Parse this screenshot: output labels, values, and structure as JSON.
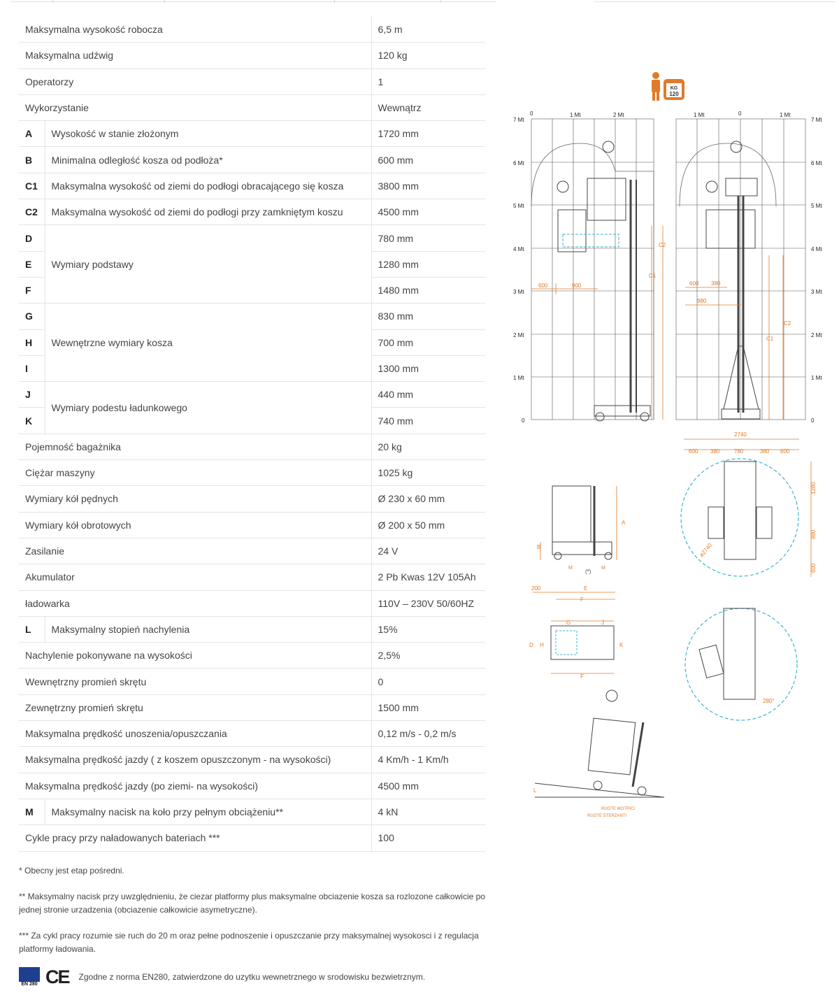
{
  "spec_rows": [
    {
      "label": "Maksymalna wysokość robocza",
      "value": "6,5 m"
    },
    {
      "label": "Maksymalna udźwig",
      "value": "120 kg"
    },
    {
      "label": "Operatorzy",
      "value": "1"
    },
    {
      "label": "Wykorzystanie",
      "value": "Wewnątrz"
    },
    {
      "code": "A",
      "label": "Wysokość w stanie złożonym",
      "value": "1720 mm"
    },
    {
      "code": "B",
      "label": "Minimalna odległość kosza od podłoża*",
      "value": "600 mm"
    },
    {
      "code": "C1",
      "label": "Maksymalna wysokość od ziemi do podłogi obracającego się kosza",
      "value": "3800 mm"
    },
    {
      "code": "C2",
      "label": "Maksymalna wysokość od ziemi do podłogi przy zamkniętym koszu",
      "value": "4500 mm"
    },
    {
      "code": "D",
      "label": "Wymiary podstawy",
      "value": "780 mm"
    },
    {
      "code": "E",
      "value": "1280 mm"
    },
    {
      "code": "F",
      "value": "1480 mm"
    },
    {
      "code": "G",
      "label": "Wewnętrzne wymiary kosza",
      "value": "830 mm"
    },
    {
      "code": "H",
      "value": "700 mm"
    },
    {
      "code": "I",
      "value": "1300 mm"
    },
    {
      "code": "J",
      "label": "Wymiary podestu ładunkowego",
      "value": "440 mm"
    },
    {
      "code": "K",
      "value": "740 mm"
    },
    {
      "label": "Pojemność bagażnika",
      "value": "20 kg"
    },
    {
      "label": "Ciężar maszyny",
      "value": "1025 kg"
    },
    {
      "label": "Wymiary kół pędnych",
      "value": "Ø 230 x 60 mm"
    },
    {
      "label": "Wymiary kół obrotowych",
      "value": "Ø 200 x 50 mm"
    },
    {
      "label": "Zasilanie",
      "value": "24 V"
    },
    {
      "label": "Akumulator",
      "value": "2 Pb Kwas 12V 105Ah"
    },
    {
      "label": "ładowarka",
      "value": "110V – 230V 50/60HZ"
    },
    {
      "code": "L",
      "label": "Maksymalny stopień nachylenia",
      "value": "15%"
    },
    {
      "label": "Nachylenie pokonywane na wysokości",
      "value": "2,5%"
    },
    {
      "label": "Wewnętrzny promień skrętu",
      "value": "0"
    },
    {
      "label": "Zewnętrzny promień skrętu",
      "value": "1500 mm"
    },
    {
      "label": "Maksymalna prędkość unoszenia/opuszczania",
      "value": "0,12 m/s - 0,2 m/s"
    },
    {
      "label": "Maksymalna prędkość jazdy ( z koszem opuszczonym - na wysokości)",
      "value": "4 Km/h - 1 Km/h"
    },
    {
      "label": "Maksymalna prędkość jazdy (po ziemi- na wysokości)",
      "value": "4500 mm"
    },
    {
      "code": "M",
      "label": "Maksymalny nacisk na koło przy pełnym obciążeniu**",
      "value": "4 kN"
    },
    {
      "label": "Cykle pracy przy naładowanych bateriach ***",
      "value": "100"
    }
  ],
  "notes": [
    "* Obecny jest etap pośredni.",
    "** Maksymalny nacisk przy uwzględnieniu, że ciezar platformy plus maksymalne obciazenie kosza sa rozlozone całkowicie po jednej stronie urzadzenia (obciazenie całkowicie asymetryczne).",
    "*** Za cykl pracy rozumie sie ruch do 20 m oraz pełne podnoszenie i opuszczanie przy maksymalnej wysokosci i z regulacja platformy ładowania."
  ],
  "certification": {
    "eu_label": "EN 280",
    "ce_mark": "CE",
    "text": "Zgodne z norma EN280, zatwierdzone do uzytku wewnetrznego w srodowisku bezwietrznym."
  },
  "diagram": {
    "icon_kg": "KG",
    "icon_load": "120",
    "height_marks": [
      "7 Mt",
      "6 Mt",
      "5 Mt",
      "4 Mt",
      "3 Mt",
      "2 Mt",
      "1 Mt",
      "0"
    ],
    "left_top_marks": [
      "0",
      "1 Mt",
      "2 Mt"
    ],
    "right_top_marks": [
      "1 Mt",
      "0",
      "1 Mt"
    ],
    "left_dims": [
      "600",
      "900",
      "C2",
      "C1"
    ],
    "right_dims": [
      "600",
      "380",
      "980",
      "C2",
      "C1"
    ],
    "plan_total": "2740",
    "plan_segments": [
      "600",
      "380",
      "780",
      "380",
      "600"
    ],
    "plan_side": [
      "1280",
      "980",
      "600"
    ],
    "plan_radius": "ø2740",
    "side_view_labels": [
      "A",
      "B",
      "200",
      "E",
      "F",
      "(*)",
      "M",
      "M"
    ],
    "top_view_labels": [
      "G",
      "J",
      "D",
      "H",
      "K",
      "F"
    ],
    "rotation_angle": "280°",
    "slope_label": "L",
    "wheel_labels": [
      "RUOTE MOTRICI",
      "RUOTE STERZANTI"
    ]
  },
  "colors": {
    "accent": "#e07b2a",
    "cyan": "#3bb6d1",
    "line": "#444444"
  },
  "icons": [
    "eu-flag-icon",
    "ce-mark-icon",
    "operator-icon",
    "weight-icon"
  ]
}
